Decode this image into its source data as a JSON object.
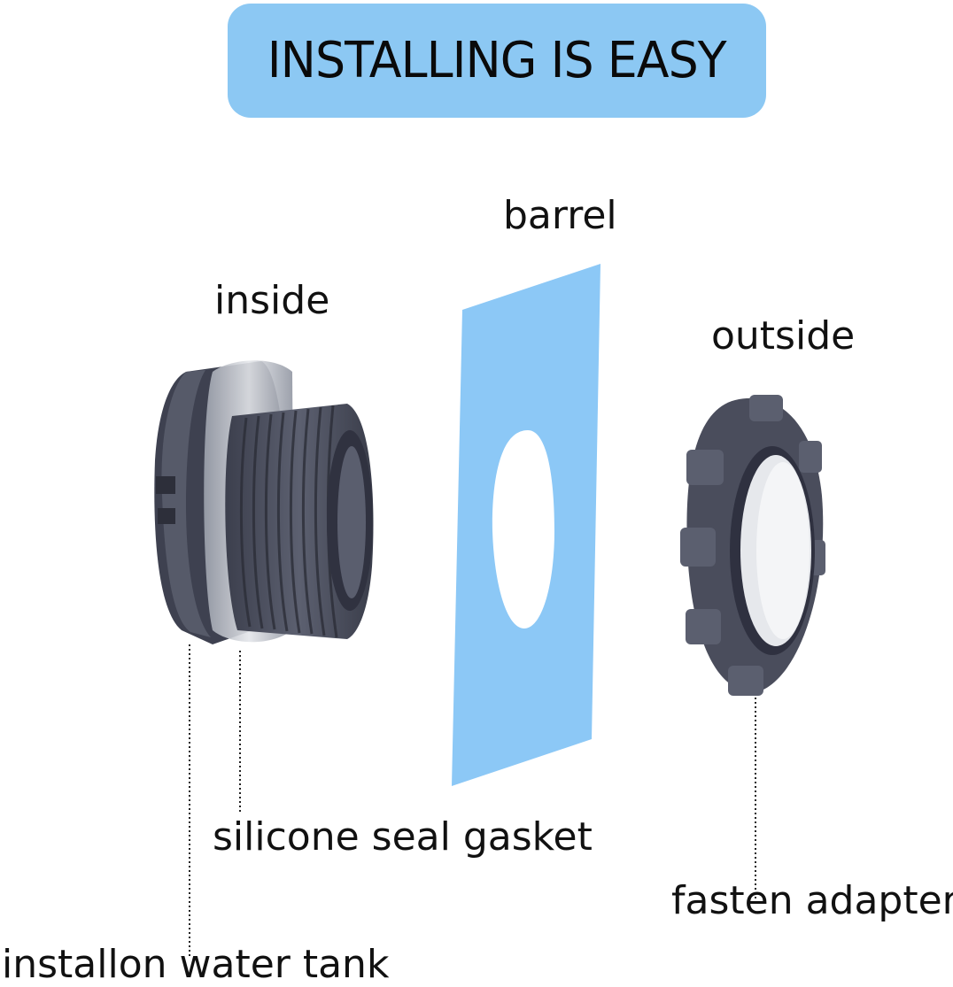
{
  "title": "INSTALLING IS EASY",
  "labels": {
    "barrel": "barrel",
    "inside": "inside",
    "outside": "outside",
    "gasket": "silicone seal gasket",
    "adapter": "fasten adapter",
    "tank": "installon water tank"
  },
  "colors": {
    "banner": "#8cc8f3",
    "barrel_sheet": "#8cc8f6",
    "fitting_gray": "#4a4d5c",
    "gasket_clear": "#c9ccd3"
  }
}
